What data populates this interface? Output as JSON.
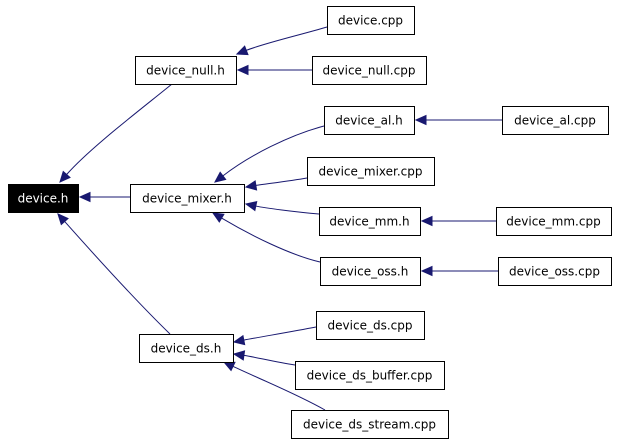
{
  "nodes": [
    {
      "id": "device_h",
      "label": "device.h",
      "root": true
    },
    {
      "id": "device_null_h",
      "label": "device_null.h"
    },
    {
      "id": "device_cpp",
      "label": "device.cpp"
    },
    {
      "id": "device_null_cpp",
      "label": "device_null.cpp"
    },
    {
      "id": "device_mixer_h",
      "label": "device_mixer.h"
    },
    {
      "id": "device_al_h",
      "label": "device_al.h"
    },
    {
      "id": "device_al_cpp",
      "label": "device_al.cpp"
    },
    {
      "id": "device_mixer_cpp",
      "label": "device_mixer.cpp"
    },
    {
      "id": "device_mm_h",
      "label": "device_mm.h"
    },
    {
      "id": "device_mm_cpp",
      "label": "device_mm.cpp"
    },
    {
      "id": "device_oss_h",
      "label": "device_oss.h"
    },
    {
      "id": "device_oss_cpp",
      "label": "device_oss.cpp"
    },
    {
      "id": "device_ds_h",
      "label": "device_ds.h"
    },
    {
      "id": "device_ds_cpp",
      "label": "device_ds.cpp"
    },
    {
      "id": "device_ds_buffer_cpp",
      "label": "device_ds_buffer.cpp"
    },
    {
      "id": "device_ds_stream_cpp",
      "label": "device_ds_stream.cpp"
    }
  ],
  "edges": [
    {
      "from": "device_null_h",
      "to": "device_h"
    },
    {
      "from": "device_mixer_h",
      "to": "device_h"
    },
    {
      "from": "device_ds_h",
      "to": "device_h"
    },
    {
      "from": "device_cpp",
      "to": "device_null_h"
    },
    {
      "from": "device_null_cpp",
      "to": "device_null_h"
    },
    {
      "from": "device_al_h",
      "to": "device_mixer_h"
    },
    {
      "from": "device_mixer_cpp",
      "to": "device_mixer_h"
    },
    {
      "from": "device_mm_h",
      "to": "device_mixer_h"
    },
    {
      "from": "device_oss_h",
      "to": "device_mixer_h"
    },
    {
      "from": "device_al_cpp",
      "to": "device_al_h"
    },
    {
      "from": "device_mm_cpp",
      "to": "device_mm_h"
    },
    {
      "from": "device_oss_cpp",
      "to": "device_oss_h"
    },
    {
      "from": "device_ds_cpp",
      "to": "device_ds_h"
    },
    {
      "from": "device_ds_buffer_cpp",
      "to": "device_ds_h"
    },
    {
      "from": "device_ds_stream_cpp",
      "to": "device_ds_h"
    }
  ],
  "colors": {
    "edge": "#191970",
    "root_fill": "#000000",
    "root_text": "#ffffff",
    "box_stroke": "#000000"
  }
}
